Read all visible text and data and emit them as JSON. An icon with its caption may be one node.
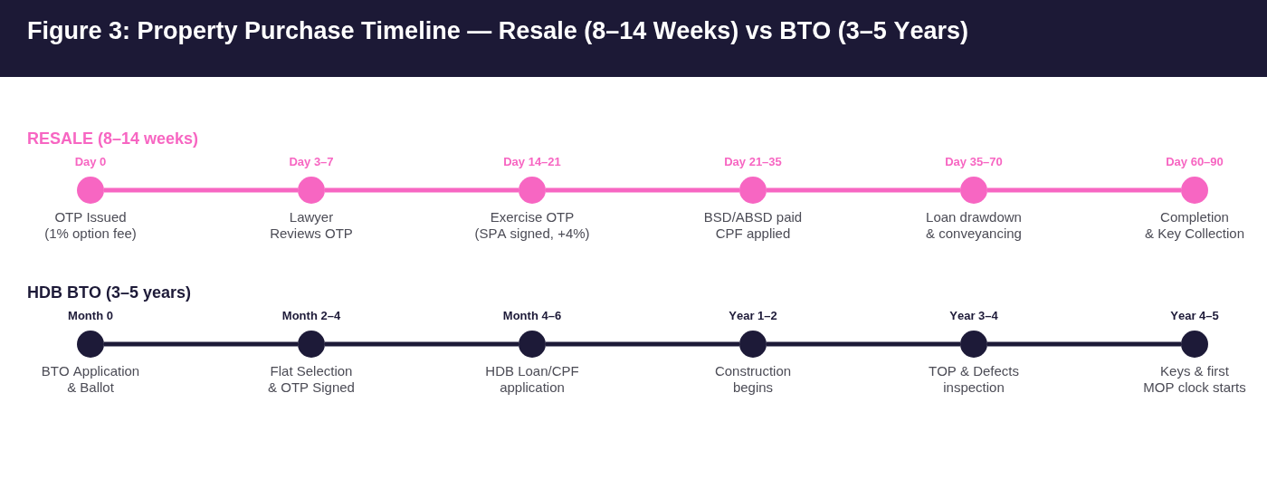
{
  "diagram": {
    "title": "Figure 3: Property Purchase Timeline — Resale (8–14 Weeks) vs BTO (3–5 Years)",
    "nodes": [
      {
        "text": [],
        "shape": "circle",
        "beside": [
          "Day 0",
          "OTP Issued (1% option fee)"
        ]
      },
      {
        "text": [],
        "shape": "circle",
        "beside": [
          "Day 3–7",
          "Lawyer Reviews OTP"
        ]
      },
      {
        "text": [],
        "shape": "circle",
        "beside": [
          "Day 14–21",
          "Exercise OTP (SPA signed, +4%)"
        ]
      },
      {
        "text": [],
        "shape": "circle",
        "beside": [
          "Day 21–35",
          "BSD/ABSD paid CPF applied"
        ]
      },
      {
        "text": [],
        "shape": "circle",
        "beside": [
          "Day 35–70",
          "Loan drawdown & conveyancing"
        ]
      },
      {
        "text": [],
        "shape": "circle",
        "beside": [
          "Day 60–90",
          "Completion & Key Collection"
        ]
      },
      {
        "text": [],
        "shape": "circle",
        "beside": [
          "Month 0",
          "BTO Application & Ballot"
        ]
      },
      {
        "text": [],
        "shape": "circle",
        "beside": [
          "Month 2–4",
          "Flat Selection & OTP Signed"
        ]
      },
      {
        "text": [],
        "shape": "circle",
        "beside": [
          "Month 4–6",
          "HDB Loan/CPF application"
        ]
      },
      {
        "text": [],
        "shape": "circle",
        "beside": [
          "Year 1–2",
          "Construction begins"
        ]
      },
      {
        "text": [],
        "shape": "circle",
        "beside": [
          "Year 3–4",
          "TOP & Defects inspection"
        ]
      },
      {
        "text": [],
        "shape": "circle",
        "beside": [
          "Year 4–5",
          "Keys & first MOP clock starts"
        ]
      }
    ],
    "edges": [
      {
        "from": 0,
        "to": 1,
        "arrow": "none",
        "color": "#f766c2"
      },
      {
        "from": 1,
        "to": 2,
        "arrow": "none",
        "color": "#f766c2"
      },
      {
        "from": 2,
        "to": 3,
        "arrow": "none",
        "color": "#f766c2"
      },
      {
        "from": 3,
        "to": 4,
        "arrow": "none",
        "color": "#f766c2"
      },
      {
        "from": 4,
        "to": 5,
        "arrow": "none",
        "color": "#f766c2"
      },
      {
        "from": 6,
        "to": 7,
        "arrow": "none",
        "color": "#1d1a38"
      },
      {
        "from": 7,
        "to": 8,
        "arrow": "none",
        "color": "#1d1a38"
      },
      {
        "from": 8,
        "to": 9,
        "arrow": "none",
        "color": "#1d1a38"
      },
      {
        "from": 9,
        "to": 10,
        "arrow": "none",
        "color": "#1d1a38"
      },
      {
        "from": 10,
        "to": 11,
        "arrow": "none",
        "color": "#1d1a38"
      }
    ],
    "labels": [
      "RESALE (8–14 weeks)",
      "HDB BTO (3–5 years)"
    ]
  }
}
